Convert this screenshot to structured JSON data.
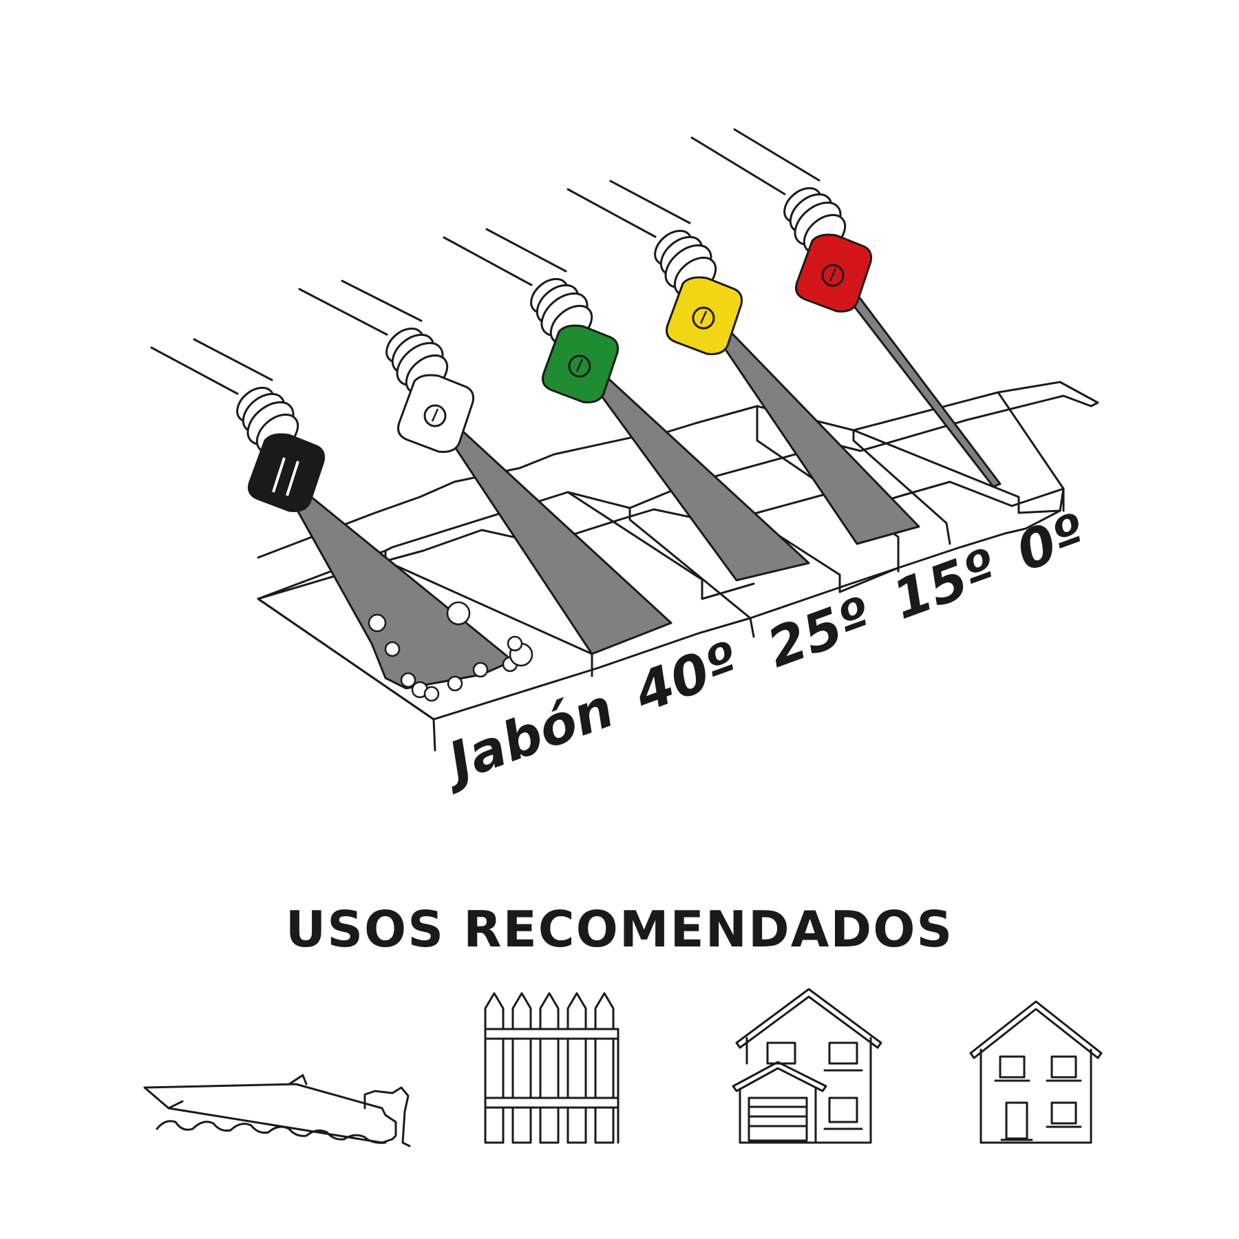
{
  "nozzles": [
    {
      "label": "Jabón",
      "color": "#1a1a1a",
      "kind": "soap"
    },
    {
      "label": "40º",
      "color": "#ffffff",
      "kind": "wide"
    },
    {
      "label": "25º",
      "color": "#1f8c32",
      "kind": "medium"
    },
    {
      "label": "15º",
      "color": "#f2d513",
      "kind": "narrow"
    },
    {
      "label": "0º",
      "color": "#d3151a",
      "kind": "jet"
    }
  ],
  "section_title": "USOS RECOMENDADOS",
  "uses": [
    {
      "icon": "boat-icon"
    },
    {
      "icon": "fence-icon"
    },
    {
      "icon": "two-story-house-icon"
    },
    {
      "icon": "house-icon"
    }
  ]
}
